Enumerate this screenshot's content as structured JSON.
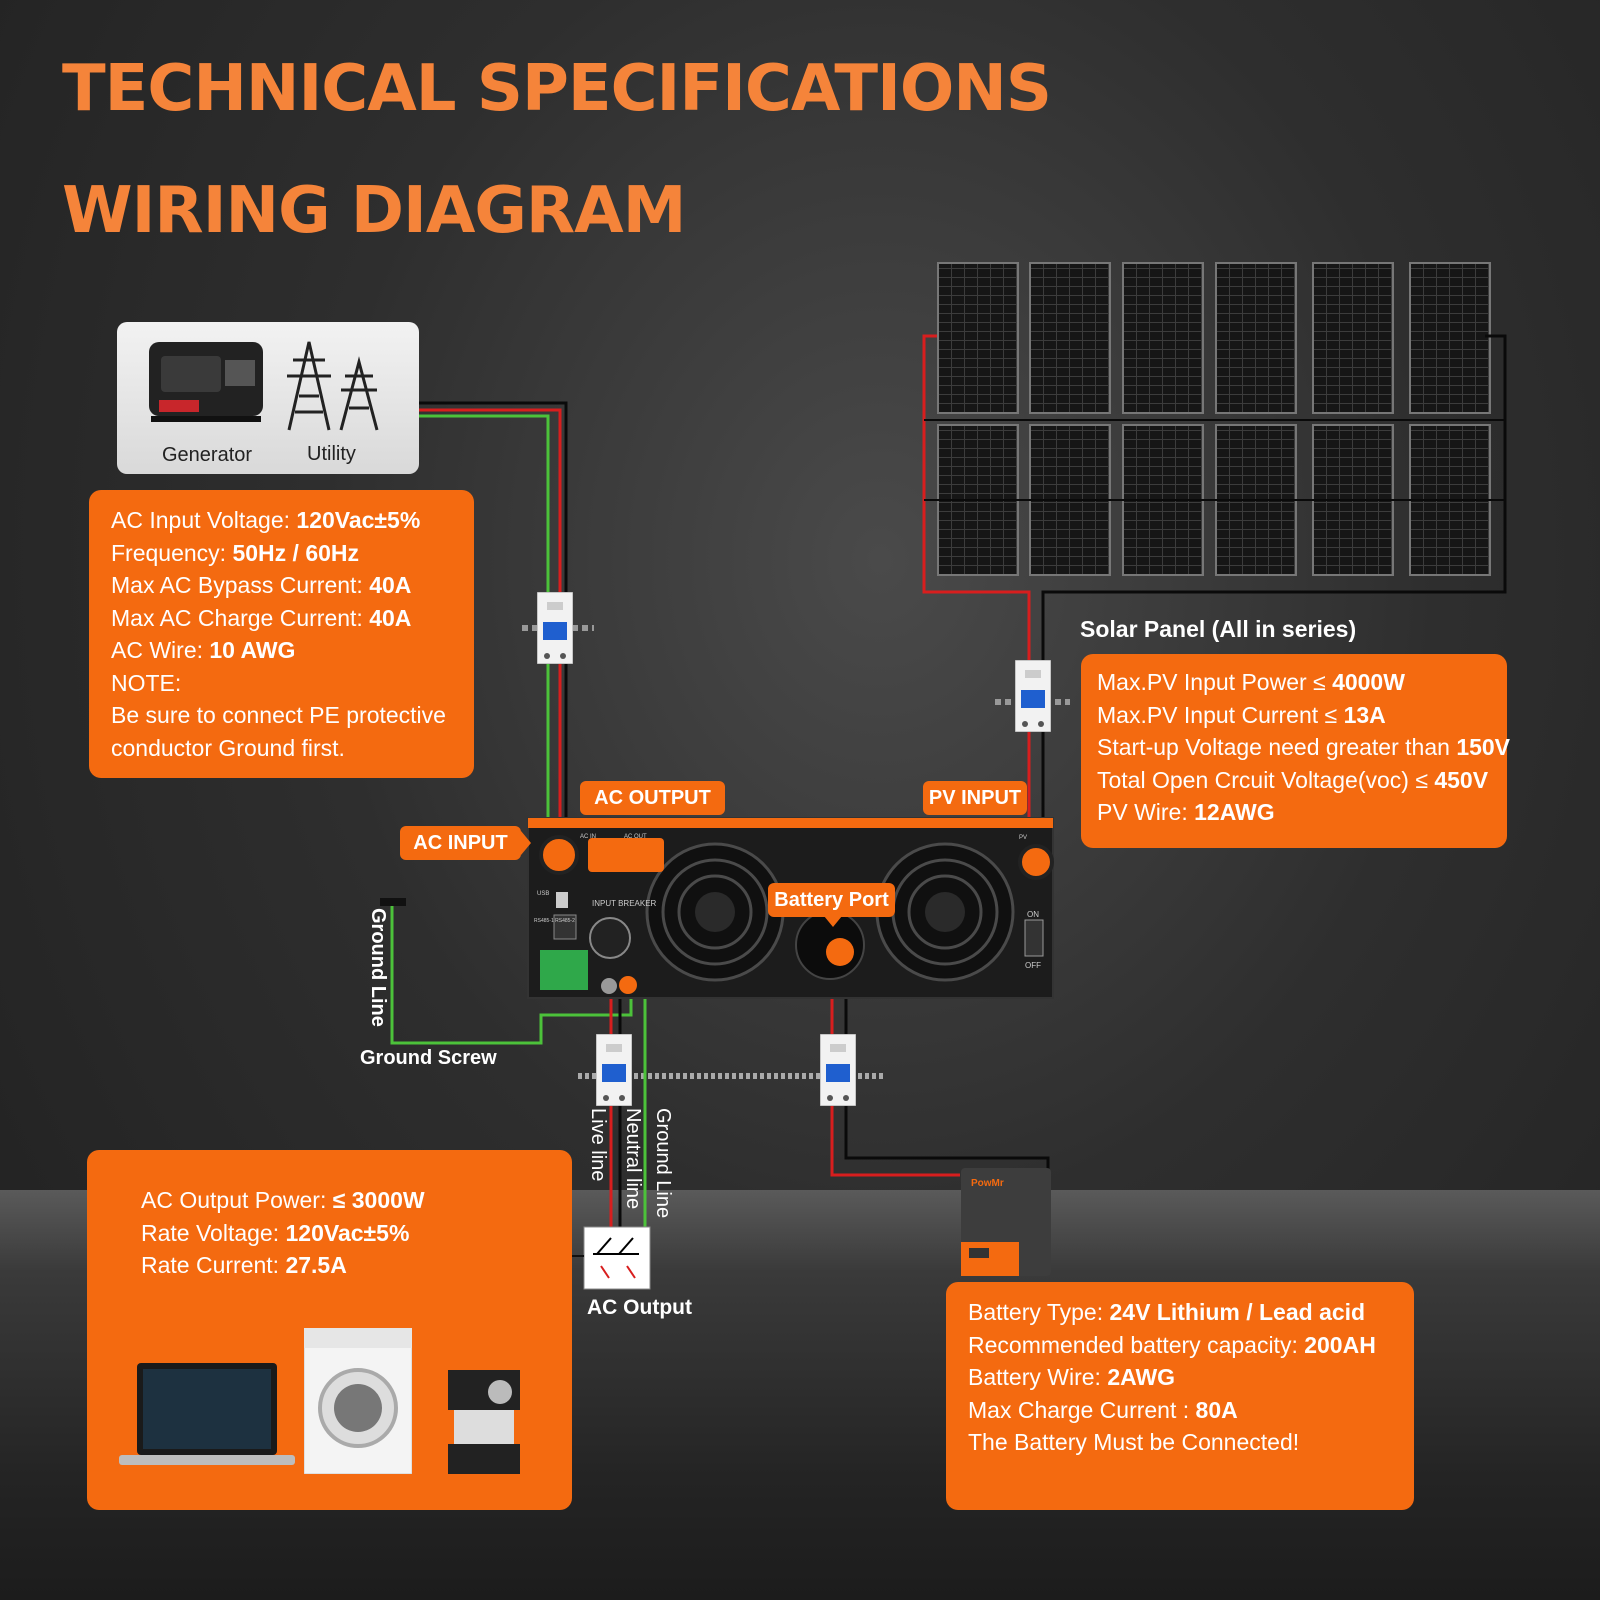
{
  "titles": {
    "line1": "TECHNICAL SPECIFICATIONS",
    "line2": "WIRING DIAGRAM"
  },
  "sources": {
    "generator": "Generator",
    "utility": "Utility"
  },
  "ac_input_box": {
    "lines": [
      {
        "label": "AC Input Voltage: ",
        "value": "120Vac±5%"
      },
      {
        "label": "Frequency: ",
        "value": "50Hz / 60Hz"
      },
      {
        "label": "Max AC Bypass Current: ",
        "value": "40A"
      },
      {
        "label": "Max AC Charge Current: ",
        "value": "40A"
      },
      {
        "label": "AC Wire: ",
        "value": "10 AWG"
      },
      {
        "label": "NOTE:",
        "value": ""
      },
      {
        "label": "Be sure to  connect PE protective",
        "value": ""
      },
      {
        "label": "conductor Ground first.",
        "value": ""
      }
    ]
  },
  "solar": {
    "title": "Solar Panel (All in series)",
    "lines": [
      {
        "label": "Max.PV Input Power ≤ ",
        "value": "4000W"
      },
      {
        "label": "Max.PV Input Current ≤ ",
        "value": "13A"
      },
      {
        "label": "Start-up Voltage need greater than ",
        "value": "150V"
      },
      {
        "label": "Total Open Crcuit Voltage(voc) ≤ ",
        "value": "450V"
      },
      {
        "label": "PV Wire: ",
        "value": "12AWG"
      }
    ]
  },
  "tags": {
    "ac_output": "AC OUTPUT",
    "pv_input": "PV INPUT",
    "ac_input": "AC INPUT",
    "battery_port": "Battery Port"
  },
  "inverter": {
    "port_ac_in": "AC IN",
    "port_ac_out": "AC OUT",
    "usb": "USB",
    "input_breaker": "INPUT BREAKER",
    "rs485": "RS485-1 RS485-2",
    "on": "ON",
    "off": "OFF",
    "pv": "PV"
  },
  "ground": {
    "line_label": "Ground Line",
    "screw_label": "Ground Screw"
  },
  "output_lines": {
    "live": "Live line",
    "neutral": "Neutral line",
    "ground": "Ground Line",
    "ac_output_label": "AC Output"
  },
  "ac_output_box": {
    "lines": [
      {
        "label": "AC Output Power: ",
        "value": "≤ 3000W"
      },
      {
        "label": "Rate Voltage: ",
        "value": "120Vac±5%"
      },
      {
        "label": "Rate Current: ",
        "value": "27.5A"
      }
    ]
  },
  "battery": {
    "brand": "PowMr",
    "lines": [
      {
        "label": "Battery Type: ",
        "value": "24V Lithium / Lead acid"
      },
      {
        "label": "Recommended battery capacity: ",
        "value": "200AH"
      },
      {
        "label": "Battery Wire: ",
        "value": "2AWG"
      },
      {
        "label": "Max Charge Current : ",
        "value": "80A"
      },
      {
        "label": "The Battery Must be Connected!",
        "value": ""
      }
    ]
  },
  "colors": {
    "accent": "#f46a10",
    "heading": "#f5843a",
    "wire_red": "#d81e1e",
    "wire_black": "#0a0a0a",
    "wire_green": "#4cc23a"
  }
}
